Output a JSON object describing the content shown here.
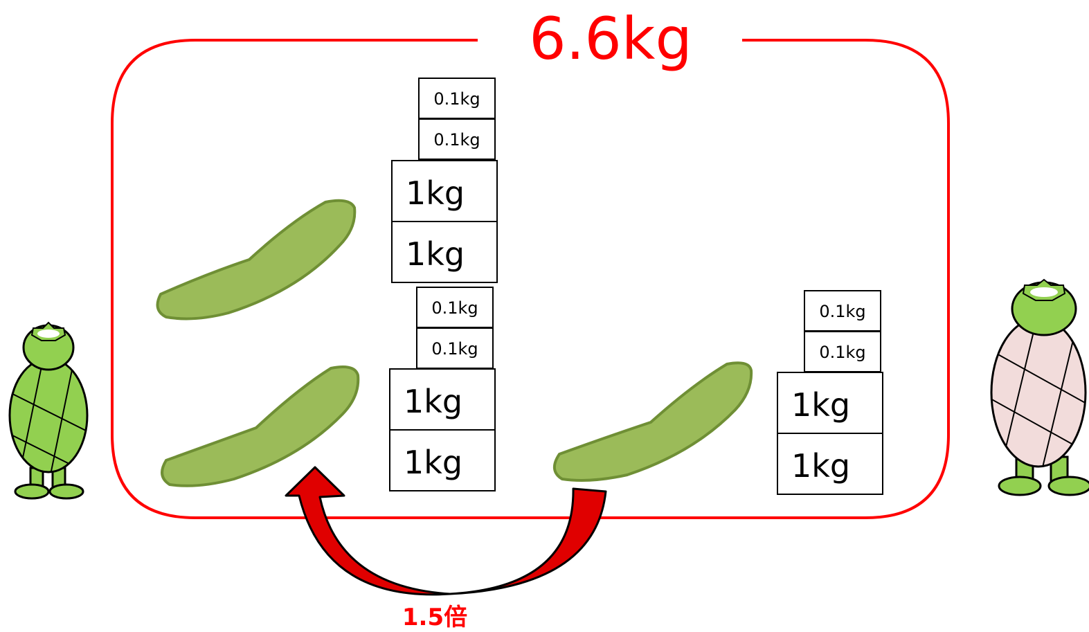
{
  "total_weight": "6.6kg",
  "ratio_label": "1.5倍",
  "colors": {
    "frame": "#ff0000",
    "arrow": "#e00000",
    "cucumber": "#9bbb59",
    "cucumber_outline": "#6f8f35",
    "kappa_green": "#92d050",
    "kappa_pink_shell": "#f2dcdb"
  },
  "left_group": {
    "upper_stack": {
      "small_weights": [
        "0.1kg",
        "0.1kg"
      ],
      "large_weights": [
        "1kg",
        "1kg"
      ]
    },
    "lower_stack": {
      "small_weights": [
        "0.1kg",
        "0.1kg"
      ],
      "large_weights": [
        "1kg",
        "1kg"
      ]
    }
  },
  "right_group": {
    "stack": {
      "small_weights": [
        "0.1kg",
        "0.1kg"
      ],
      "large_weights": [
        "1kg",
        "1kg"
      ]
    }
  },
  "icons": {
    "left_character": "kappa-green-shell-icon",
    "right_character": "kappa-pink-shell-icon",
    "cucumber": "cucumber-icon",
    "arrow": "curved-arrow-icon"
  }
}
